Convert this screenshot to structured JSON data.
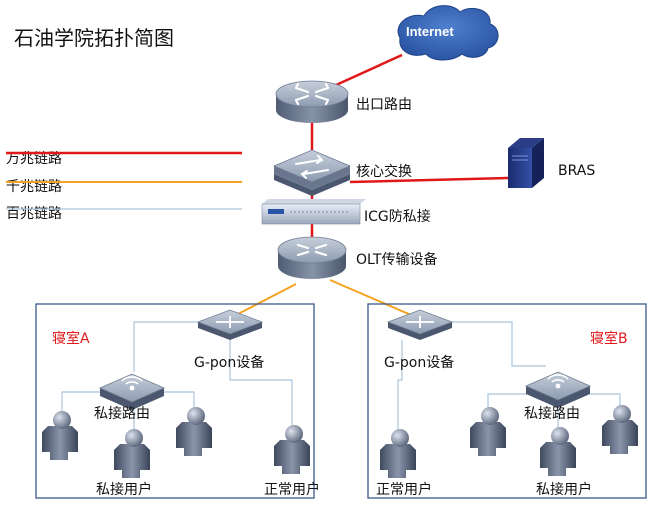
{
  "title": "石油学院拓扑简图",
  "colors": {
    "line_10g": "#e0181a",
    "line_1g": "#f5a31f",
    "line_100m": "#a9c4dc",
    "room_label": "#e0181a",
    "frame": "#3a5a8c",
    "device_blue": "#3d66a8"
  },
  "legend": [
    {
      "label": "万兆链路",
      "color": "#e0181a"
    },
    {
      "label": "千兆链路",
      "color": "#f5a31f"
    },
    {
      "label": "百兆链路",
      "color": "#a9c4dc"
    }
  ],
  "nodes": {
    "internet": "Internet",
    "exit_router": "出口路由",
    "core_switch": "核心交换",
    "bras": "BRAS",
    "icg": "ICG防私接",
    "olt": "OLT传输设备"
  },
  "rooms": [
    {
      "name": "寝室A",
      "gpon": "G-pon设备",
      "private_router": "私接路由",
      "private_users": "私接用户",
      "normal_user": "正常用户"
    },
    {
      "name": "寝室B",
      "gpon": "G-pon设备",
      "private_router": "私接路由",
      "private_users": "私接用户",
      "normal_user": "正常用户"
    }
  ]
}
